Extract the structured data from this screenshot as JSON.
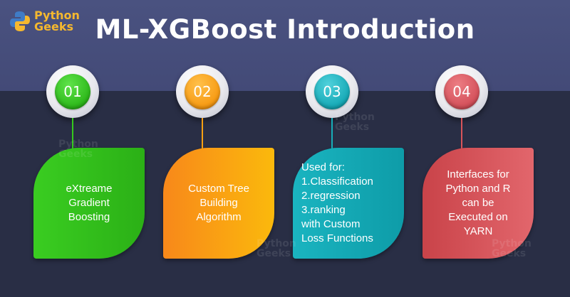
{
  "brand": {
    "line1": "Python",
    "line2": "Geeks",
    "icon": "python-logo-icon"
  },
  "title": "ML-XGBoost Introduction",
  "items": [
    {
      "number": "01",
      "text": "eXtreame\nGradient\nBoosting",
      "color": "#35c81d",
      "color_dark": "#22a10e"
    },
    {
      "number": "02",
      "text": "Custom Tree\nBuilding\nAlgorithm",
      "color": "#f7a012",
      "color_dark": "#f37e0e"
    },
    {
      "number": "03",
      "text": "Used for:\n   1.Classification\n   2.regression\n   3.ranking\n   with Custom\nLoss Functions",
      "color": "#17aeb9",
      "color_dark": "#0d93a0"
    },
    {
      "number": "04",
      "text": "Interfaces for\nPython and R\ncan be\nExecuted on\nYARN",
      "color": "#d9545a",
      "color_dark": "#c13f47"
    }
  ],
  "watermark": {
    "line1": "Python",
    "line2": "Geeks"
  }
}
